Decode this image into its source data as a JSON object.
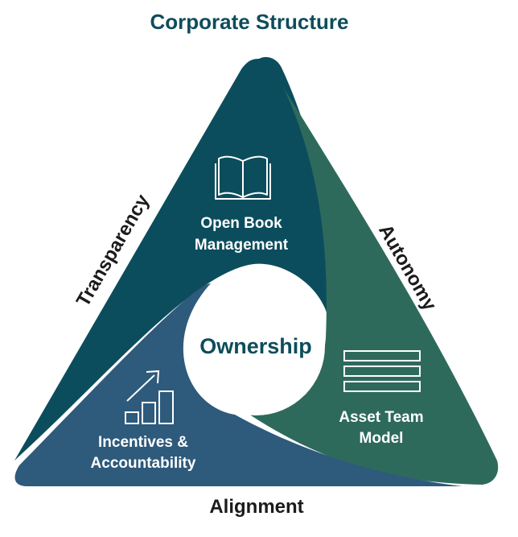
{
  "title": "Corporate Structure",
  "sides": {
    "left": "Transparency",
    "right": "Autonomy",
    "bottom": "Alignment"
  },
  "center": "Ownership",
  "segments": [
    {
      "line1": "Open Book",
      "line2": "Management",
      "color": "#0b4d5c",
      "icon": "book-icon"
    },
    {
      "line1": "Asset Team",
      "line2": "Model",
      "color": "#2e6a5c",
      "icon": "stacked-bars-icon"
    },
    {
      "line1": "Incentives &",
      "line2": "Accountability",
      "color": "#2e5a7c",
      "icon": "growth-chart-icon"
    }
  ]
}
